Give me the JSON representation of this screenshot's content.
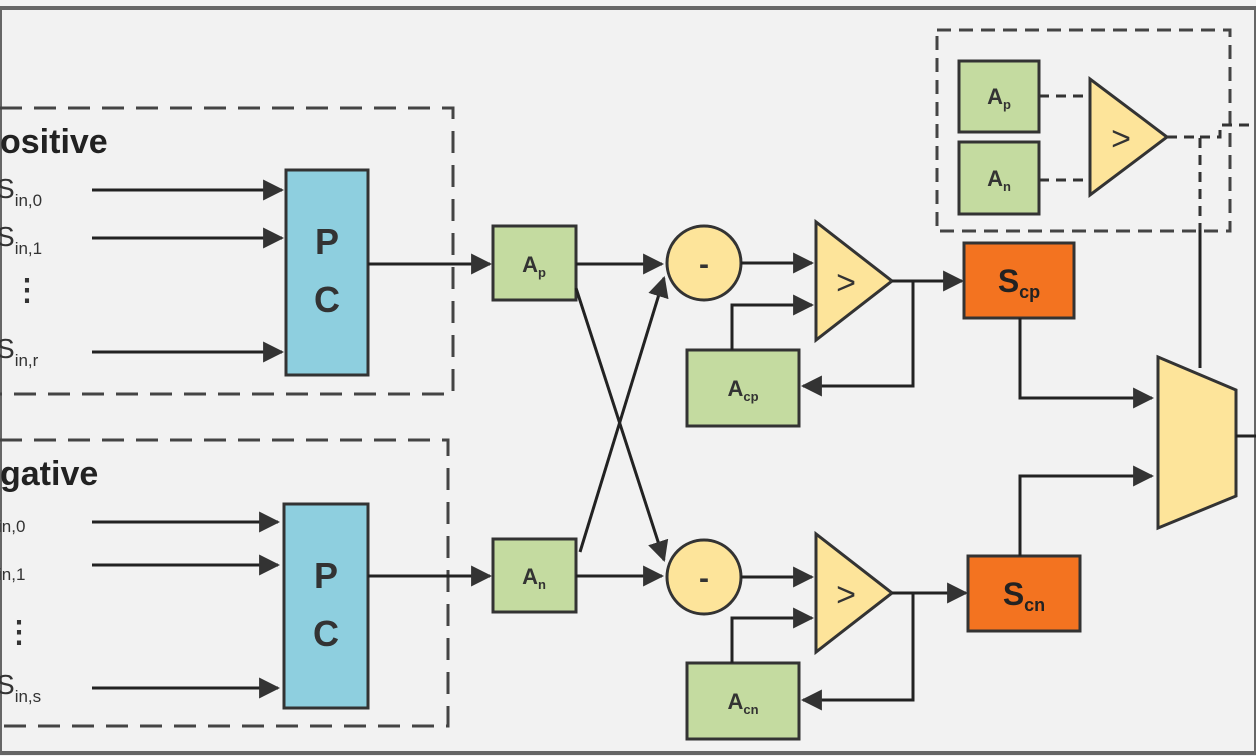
{
  "groups": {
    "positive_label": "ositive",
    "negative_label": "gative"
  },
  "positive_inputs": {
    "s0_main": "S",
    "s0_sub": "in,0",
    "s1_main": "S",
    "s1_sub": "in,1",
    "sr_main": "S",
    "sr_sub": "in,r"
  },
  "negative_inputs": {
    "s0_main": "",
    "s0_sub": "in,0",
    "s1_main": "",
    "s1_sub": "in,1",
    "ss_main": "S",
    "ss_sub": "in,s"
  },
  "pc_block": {
    "line1": "P",
    "line2": "C"
  },
  "blocks": {
    "a_main": "A",
    "ap_sub": "p",
    "an_sub": "n",
    "acp_sub": "cp",
    "acn_sub": "cn",
    "s_main": "S",
    "scp_sub": "cp",
    "scn_sub": "cn",
    "minus": "-",
    "compare": ">"
  },
  "colors": {
    "background": "#f2f2f2",
    "pc_fill": "#8ecfdf",
    "a_fill": "#c4dba0",
    "op_fill": "#fde49a",
    "s_fill": "#f37320",
    "stroke": "#333333"
  }
}
